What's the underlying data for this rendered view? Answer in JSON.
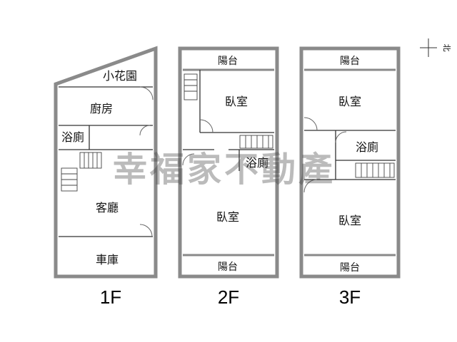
{
  "watermark": "幸福家不動產",
  "compass": {
    "label": "北"
  },
  "floors": [
    {
      "label": "1F",
      "rooms": {
        "garden": "小花園",
        "kitchen": "廚房",
        "bath": "浴廁",
        "living": "客廳",
        "garage": "車庫"
      }
    },
    {
      "label": "2F",
      "rooms": {
        "balcony_top": "陽台",
        "bedroom_top": "臥室",
        "bath": "浴廁",
        "bedroom_main": "臥室",
        "balcony_bottom": "陽台"
      }
    },
    {
      "label": "3F",
      "rooms": {
        "balcony_top": "陽台",
        "bedroom_top": "臥室",
        "bath": "浴廁",
        "bedroom_bottom": "臥室",
        "balcony_bottom": "陽台"
      }
    }
  ],
  "colors": {
    "outer_wall": "#8a8a8a",
    "inner_wall": "#333333",
    "watermark": "#555555"
  }
}
